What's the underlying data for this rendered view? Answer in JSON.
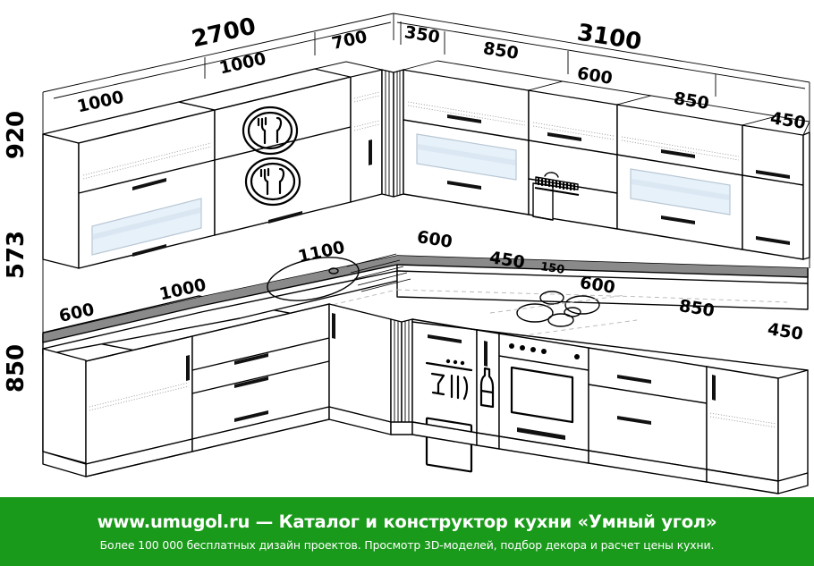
{
  "drawing": {
    "title": "L-shaped kitchen isometric layout drawing",
    "line_color": "#000000",
    "worktop_edge_color": "#808080",
    "glass_color": "#e4eff9",
    "dimensions": {
      "top_run_total_left": "2700",
      "top_run_segment_1000_a": "1000",
      "top_run_segment_1000_b": "1000",
      "top_run_segment_700": "700",
      "corner_350": "350",
      "right_run_total": "3100",
      "right_run_segment_850_a": "850",
      "right_run_segment_600": "600",
      "right_run_segment_850_b": "850",
      "right_run_segment_450": "450",
      "height_upper_920": "920",
      "height_gap_573": "573",
      "height_base_850": "850",
      "worktop_depth_600_left": "600",
      "worktop_left_1000": "1000",
      "worktop_sink_1100": "1100",
      "worktop_corner_600": "600",
      "worktop_450": "450",
      "worktop_150": "150",
      "worktop_hob_600": "600",
      "worktop_right_850": "850",
      "worktop_right_450": "450"
    },
    "icons": {
      "dish_rack_upper": "plate-fork-spoon-icon",
      "dish_rack_lower": "plate-fork-spoon-icon",
      "dishwasher": "dishwasher-icon",
      "bottle_rack": "bottle-icon",
      "oven": "oven-icon",
      "hob": "hob-burners-icon",
      "sink": "round-sink-icon",
      "extractor_hood": "range-hood-icon"
    }
  },
  "banner": {
    "headline": "www.umugol.ru — Каталог и конструктор кухни «Умный угол»",
    "subline": "Более 100 000 бесплатных дизайн проектов. Просмотр 3D-моделей, подбор декора и расчет цены кухни.",
    "background_color": "#1a9a1a",
    "text_color": "#ffffff"
  }
}
